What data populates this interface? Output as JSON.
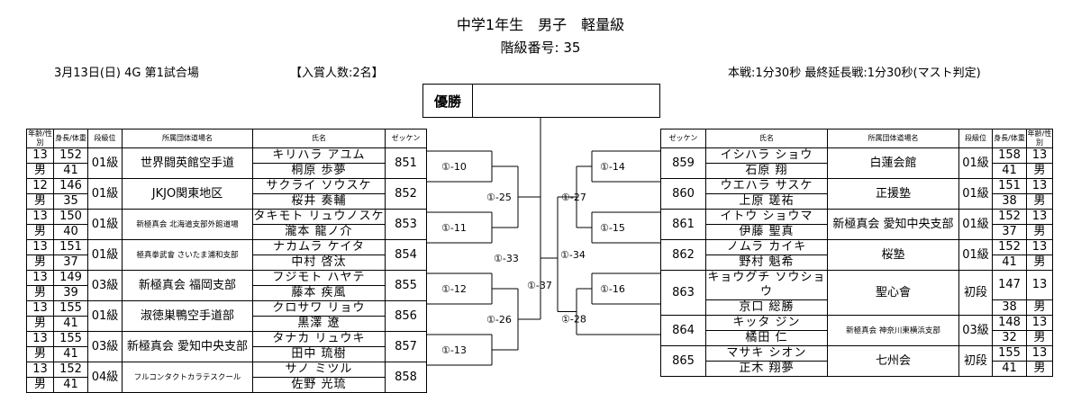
{
  "title": "中学1年生　男子　軽量級",
  "class_number": "階級番号:  35",
  "date_info": "3月13日(日)  4G   第1試合場",
  "winners_info": "【入賞人数:2名】",
  "rules_info": "本戦:1分30秒   最終延長戦:1分30秒(マスト判定)",
  "champion_label": "優勝",
  "headers": {
    "age_gender": "年齢/性別",
    "height_weight": "身長/体重",
    "rank": "段級位",
    "dojo": "所属団体道場名",
    "name": "氏名",
    "zekken": "ゼッケン"
  },
  "left_entries": [
    {
      "age": "13",
      "gender": "男",
      "height": "152",
      "weight": "41",
      "rank": "01級",
      "dojo": "世界闘英館空手道",
      "kana": "キリハラ アユム",
      "name": "桐原 歩夢",
      "zekken": "851"
    },
    {
      "age": "12",
      "gender": "男",
      "height": "146",
      "weight": "35",
      "rank": "01級",
      "dojo": "JKJO関東地区",
      "kana": "サクライ ソウスケ",
      "name": "桜井 奏輔",
      "zekken": "852"
    },
    {
      "age": "13",
      "gender": "男",
      "height": "150",
      "weight": "40",
      "rank": "01級",
      "dojo": "新極真会 北海道支部外館道場",
      "kana": "タキモト リュウノスケ",
      "name": "瀧本 龍ノ介",
      "zekken": "853"
    },
    {
      "age": "13",
      "gender": "男",
      "height": "151",
      "weight": "37",
      "rank": "01級",
      "dojo": "極真拳武會 さいたま浦和支部",
      "kana": "ナカムラ ケイタ",
      "name": "中村 啓汰",
      "zekken": "854"
    },
    {
      "age": "13",
      "gender": "男",
      "height": "149",
      "weight": "39",
      "rank": "03級",
      "dojo": "新極真会 福岡支部",
      "kana": "フジモト ハヤテ",
      "name": "藤本 疾風",
      "zekken": "855"
    },
    {
      "age": "13",
      "gender": "男",
      "height": "155",
      "weight": "41",
      "rank": "01級",
      "dojo": "淑徳巣鴨空手道部",
      "kana": "クロサワ リョウ",
      "name": "黒澤 遼",
      "zekken": "856"
    },
    {
      "age": "13",
      "gender": "男",
      "height": "155",
      "weight": "41",
      "rank": "03級",
      "dojo": "新極真会 愛知中央支部",
      "kana": "タナカ リュウキ",
      "name": "田中 琉樹",
      "zekken": "857"
    },
    {
      "age": "13",
      "gender": "男",
      "height": "152",
      "weight": "41",
      "rank": "04級",
      "dojo": "フルコンタクトカラテスクール",
      "kana": "サノ ミツル",
      "name": "佐野 光琉",
      "zekken": "858"
    }
  ],
  "right_entries": [
    {
      "zekken": "859",
      "kana": "イシハラ ショウ",
      "name": "石原 翔",
      "dojo": "白蓮会館",
      "rank": "01級",
      "height": "158",
      "weight": "41",
      "age": "13",
      "gender": "男"
    },
    {
      "zekken": "860",
      "kana": "ウエハラ サスケ",
      "name": "上原 瑳祐",
      "dojo": "正援塾",
      "rank": "01級",
      "height": "151",
      "weight": "38",
      "age": "13",
      "gender": "男"
    },
    {
      "zekken": "861",
      "kana": "イトウ ショウマ",
      "name": "伊藤 聖真",
      "dojo": "新極真会 愛知中央支部",
      "rank": "01級",
      "height": "152",
      "weight": "37",
      "age": "13",
      "gender": "男"
    },
    {
      "zekken": "862",
      "kana": "ノムラ カイキ",
      "name": "野村 魁希",
      "dojo": "桜塾",
      "rank": "01級",
      "height": "152",
      "weight": "41",
      "age": "13",
      "gender": "男"
    },
    {
      "zekken": "863",
      "kana": "キョウグチ ソウショウ",
      "name": "京口 総勝",
      "dojo": "聖心會",
      "rank": "初段",
      "height": "147",
      "weight": "38",
      "age": "13",
      "gender": "男"
    },
    {
      "zekken": "864",
      "kana": "キッタ ジン",
      "name": "橘田 仁",
      "dojo": "新極真会 神奈川東横浜支部",
      "rank": "03級",
      "height": "148",
      "weight": "32",
      "age": "13",
      "gender": "男"
    },
    {
      "zekken": "865",
      "kana": "マサキ シオン",
      "name": "正木 翔夢",
      "dojo": "七州会",
      "rank": "初段",
      "height": "155",
      "weight": "41",
      "age": "13",
      "gender": "男"
    }
  ],
  "matches": {
    "m10": "①-10",
    "m11": "①-11",
    "m12": "①-12",
    "m13": "①-13",
    "m14": "①-14",
    "m15": "①-15",
    "m16": "①-16",
    "m25": "①-25",
    "m26": "①-26",
    "m27": "①-27",
    "m28": "①-28",
    "m33": "①-33",
    "m34": "①-34",
    "m37": "①-37"
  }
}
